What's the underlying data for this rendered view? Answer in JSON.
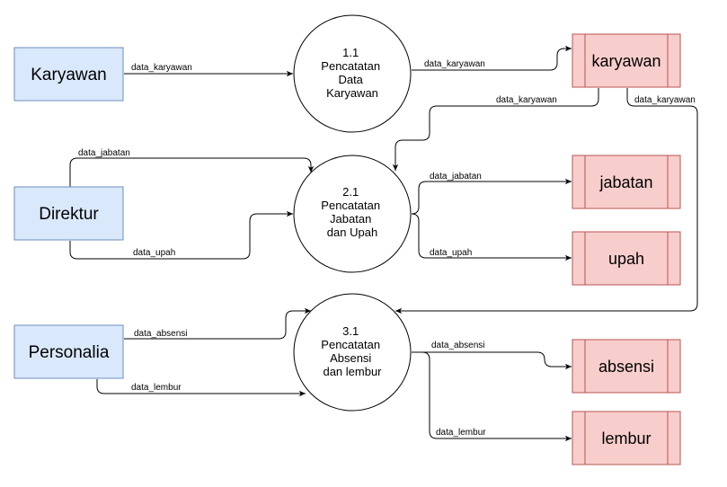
{
  "colors": {
    "entity_fill": "#dae8fc",
    "entity_stroke": "#6c8ebf",
    "store_fill": "#f8cecc",
    "store_stroke": "#b85450",
    "process_fill": "#ffffff",
    "line": "#000000"
  },
  "entities": {
    "karyawan": "Karyawan",
    "direktur": "Direktur",
    "personalia": "Personalia"
  },
  "processes": {
    "p1": [
      "1.1",
      "Pencatatan",
      "Data",
      "Karyawan"
    ],
    "p2": [
      "2.1",
      "Pencatatan",
      "Jabatan",
      "dan Upah"
    ],
    "p3": [
      "3.1",
      "Pencatatan",
      "Absensi",
      "dan lembur"
    ]
  },
  "stores": {
    "karyawan": "karyawan",
    "jabatan": "jabatan",
    "upah": "upah",
    "absensi": "absensi",
    "lembur": "lembur"
  },
  "flows": {
    "f1": "data_karyawan",
    "f2": "data_karyawan",
    "f3": "data_karyawan",
    "f4": "data_karyawan",
    "f5": "data_jabatan",
    "f6": "data_upah",
    "f7": "data_jabatan",
    "f8": "data_upah",
    "f9": "data_absensi",
    "f10": "data_lembur",
    "f11": "data_absensi",
    "f12": "data_lembur"
  }
}
